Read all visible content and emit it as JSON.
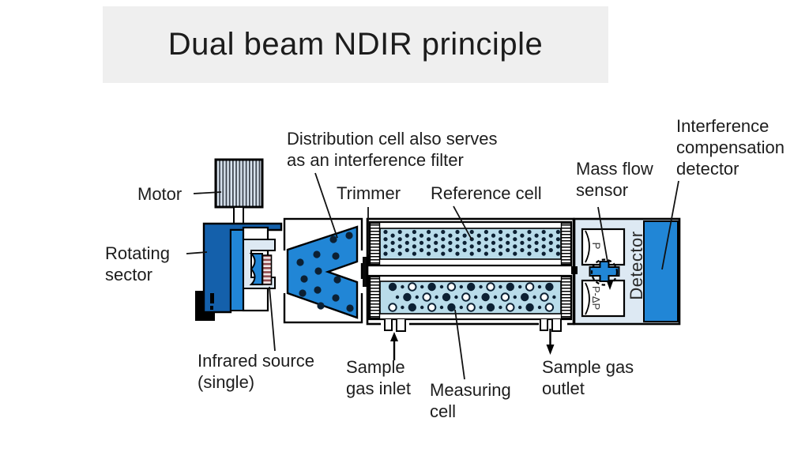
{
  "title": "Dual beam NDIR principle",
  "labels": {
    "motor": "Motor",
    "rotating_sector": "Rotating\nsector",
    "distribution_cell": "Distribution cell also serves\nas an interference filter",
    "trimmer": "Trimmer",
    "reference_cell": "Reference cell",
    "mass_flow_sensor": "Mass flow\nsensor",
    "interference_detector": "Interference\ncompensation\ndetector",
    "infrared_source": "Infrared source\n(single)",
    "sample_gas_inlet": "Sample\ngas inlet",
    "measuring_cell": "Measuring\ncell",
    "sample_gas_outlet": "Sample gas\noutlet"
  },
  "detector": {
    "vertical_label": "Detector",
    "reference_chamber_pressure": "P",
    "measuring_chamber_pressure": "P-ΔP"
  },
  "colors": {
    "bright_blue": "#2186d6",
    "dark_blue": "#1460ab",
    "cell_fill": "#b9dcea",
    "pale_blue": "#dde9f3",
    "banner_bg": "#efefef",
    "coil_red": "#8e4a4e",
    "dot_navy": "#0c2033"
  }
}
